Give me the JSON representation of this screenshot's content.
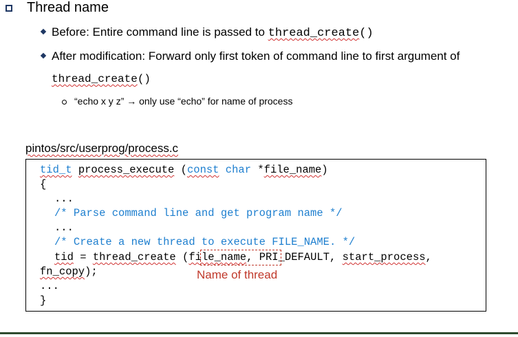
{
  "heading": "Thread name",
  "bullets": {
    "before_label": "Before: Entire command line is passed to ",
    "before_fn": "thread_create",
    "before_parens": "()",
    "after_label": "After modification: Forward only first token of command line to first argument of",
    "after_fn": "thread_create",
    "after_parens": "()",
    "example": "“echo x y z” → only use “echo” for name of process"
  },
  "file_path": "pintos/src/userprog/process.c",
  "code": {
    "l1_type": "tid_t",
    "l1_fn": "process_execute",
    "l1_const": "const",
    "l1_char": "char",
    "l1_star": "*",
    "l1_param": "file_name",
    "l1_open": " (",
    "l1_close": ")",
    "l2": "{",
    "l3": "...",
    "l4": "/* Parse command line and get program name */",
    "l5": "...",
    "l6": "/* Create a new thread to execute FILE_NAME. */",
    "l7_tid": "tid",
    "l7_eq": " = ",
    "l7_fn": "thread_create",
    "l7_open": "(",
    "l7_arg1": "file_name",
    "l7_comma": ",",
    "l7_rest": " PRI_DEFAULT, ",
    "l7_start": "start_process",
    "l7_tail": ",",
    "l8_copy": "fn_copy",
    "l8_tail": ");",
    "l9": "...",
    "l10": "}"
  },
  "annotation": "Name of thread",
  "colors": {
    "accent": "#1f3864",
    "keyword": "#1e7fcf",
    "highlight": "#c0392b"
  }
}
